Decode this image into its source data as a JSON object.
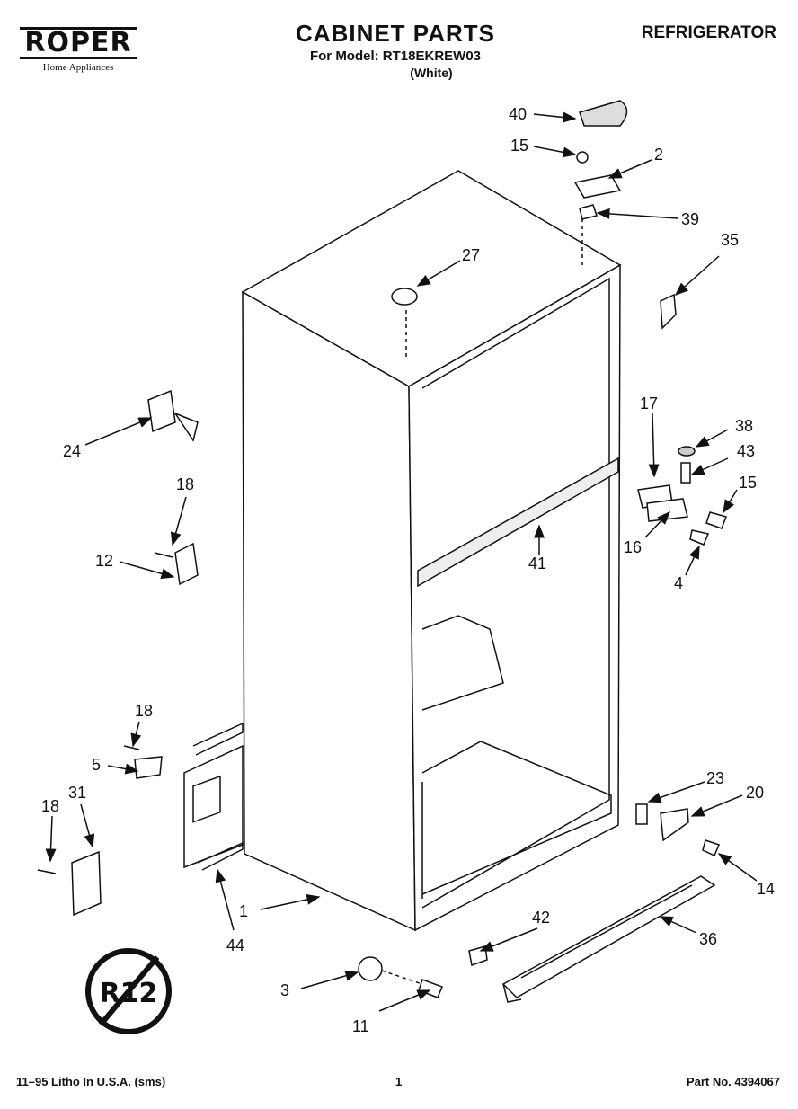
{
  "header": {
    "brand": "ROPER",
    "brand_sub": "Home Appliances",
    "title": "CABINET PARTS",
    "model": "For Model: RT18EKREW03",
    "variant": "(White)",
    "category": "REFRIGERATOR"
  },
  "callouts": [
    {
      "id": "c40",
      "label": "40"
    },
    {
      "id": "c15a",
      "label": "15"
    },
    {
      "id": "c2",
      "label": "2"
    },
    {
      "id": "c39",
      "label": "39"
    },
    {
      "id": "c35",
      "label": "35"
    },
    {
      "id": "c27",
      "label": "27"
    },
    {
      "id": "c24",
      "label": "24"
    },
    {
      "id": "c17",
      "label": "17"
    },
    {
      "id": "c38",
      "label": "38"
    },
    {
      "id": "c43",
      "label": "43"
    },
    {
      "id": "c15b",
      "label": "15"
    },
    {
      "id": "c18a",
      "label": "18"
    },
    {
      "id": "c12",
      "label": "12"
    },
    {
      "id": "c41",
      "label": "41"
    },
    {
      "id": "c16",
      "label": "16"
    },
    {
      "id": "c4",
      "label": "4"
    },
    {
      "id": "c18b",
      "label": "18"
    },
    {
      "id": "c5",
      "label": "5"
    },
    {
      "id": "c18c",
      "label": "18"
    },
    {
      "id": "c31",
      "label": "31"
    },
    {
      "id": "c23",
      "label": "23"
    },
    {
      "id": "c20",
      "label": "20"
    },
    {
      "id": "c14",
      "label": "14"
    },
    {
      "id": "c1",
      "label": "1"
    },
    {
      "id": "c44",
      "label": "44"
    },
    {
      "id": "c42",
      "label": "42"
    },
    {
      "id": "c36",
      "label": "36"
    },
    {
      "id": "c3",
      "label": "3"
    },
    {
      "id": "c11",
      "label": "11"
    }
  ],
  "badge": {
    "text": "R12"
  },
  "footer": {
    "left": "11–95 Litho In U.S.A. (sms)",
    "center": "1",
    "right": "Part No. 4394067"
  }
}
